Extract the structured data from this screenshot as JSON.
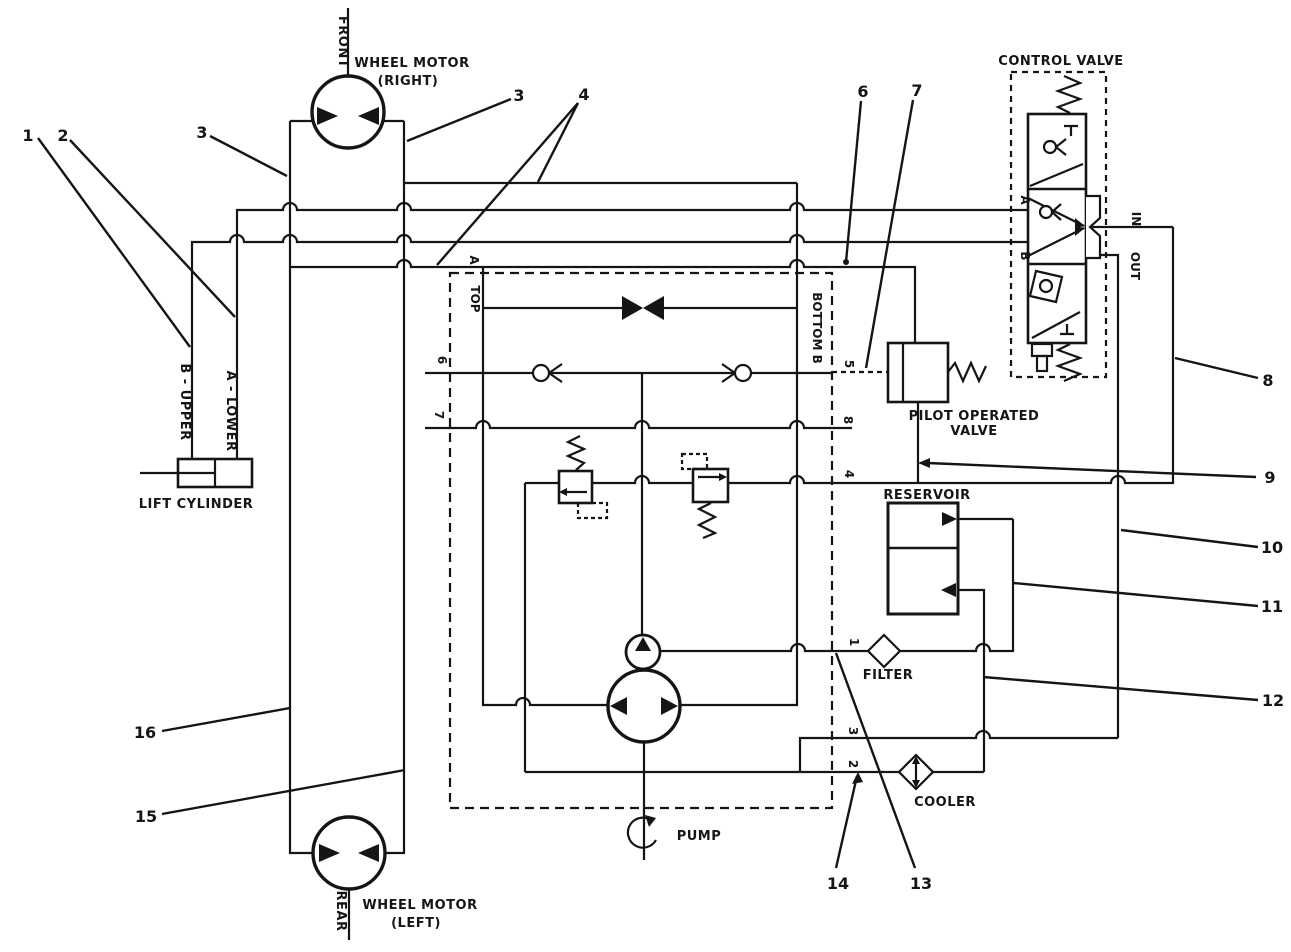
{
  "figure": {
    "colors": {
      "ink": "#151515",
      "paper": "#ffffff"
    },
    "components": {
      "wheel_motor_right": {
        "name": "WHEEL MOTOR",
        "variant": "(RIGHT)",
        "direction_label": "FRONT"
      },
      "wheel_motor_left": {
        "name": "WHEEL MOTOR",
        "variant": "(LEFT)",
        "direction_label": "REAR"
      },
      "lift_cylinder": {
        "name": "LIFT CYLINDER",
        "port_b_label": "B - UPPER",
        "port_a_label": "A - LOWER"
      },
      "control_valve": {
        "name": "CONTROL VALVE",
        "port_a": "A",
        "port_b": "B",
        "port_in": "IN",
        "port_out": "OUT"
      },
      "pilot_operated_valve": {
        "name_line1": "PILOT OPERATED",
        "name_line2": "VALVE"
      },
      "reservoir": {
        "name": "RESERVOIR"
      },
      "filter": {
        "name": "FILTER"
      },
      "cooler": {
        "name": "COOLER"
      },
      "pump": {
        "name": "PUMP"
      },
      "pump_module": {
        "top_label": "TOP",
        "corner_label": "A",
        "bottom_label": "BOTTOM B",
        "ports": {
          "p1": "1",
          "p2": "2",
          "p3": "3",
          "p4": "4",
          "p5": "5",
          "p6": "6",
          "p7": "7",
          "p8": "8"
        }
      }
    },
    "callouts": {
      "c1": "1",
      "c2": "2",
      "c3_left": "3",
      "c3_right": "3",
      "c4": "4",
      "c6": "6",
      "c7": "7",
      "c8": "8",
      "c9": "9",
      "c10": "10",
      "c11": "11",
      "c12": "12",
      "c13": "13",
      "c14": "14",
      "c15": "15",
      "c16": "16"
    }
  }
}
